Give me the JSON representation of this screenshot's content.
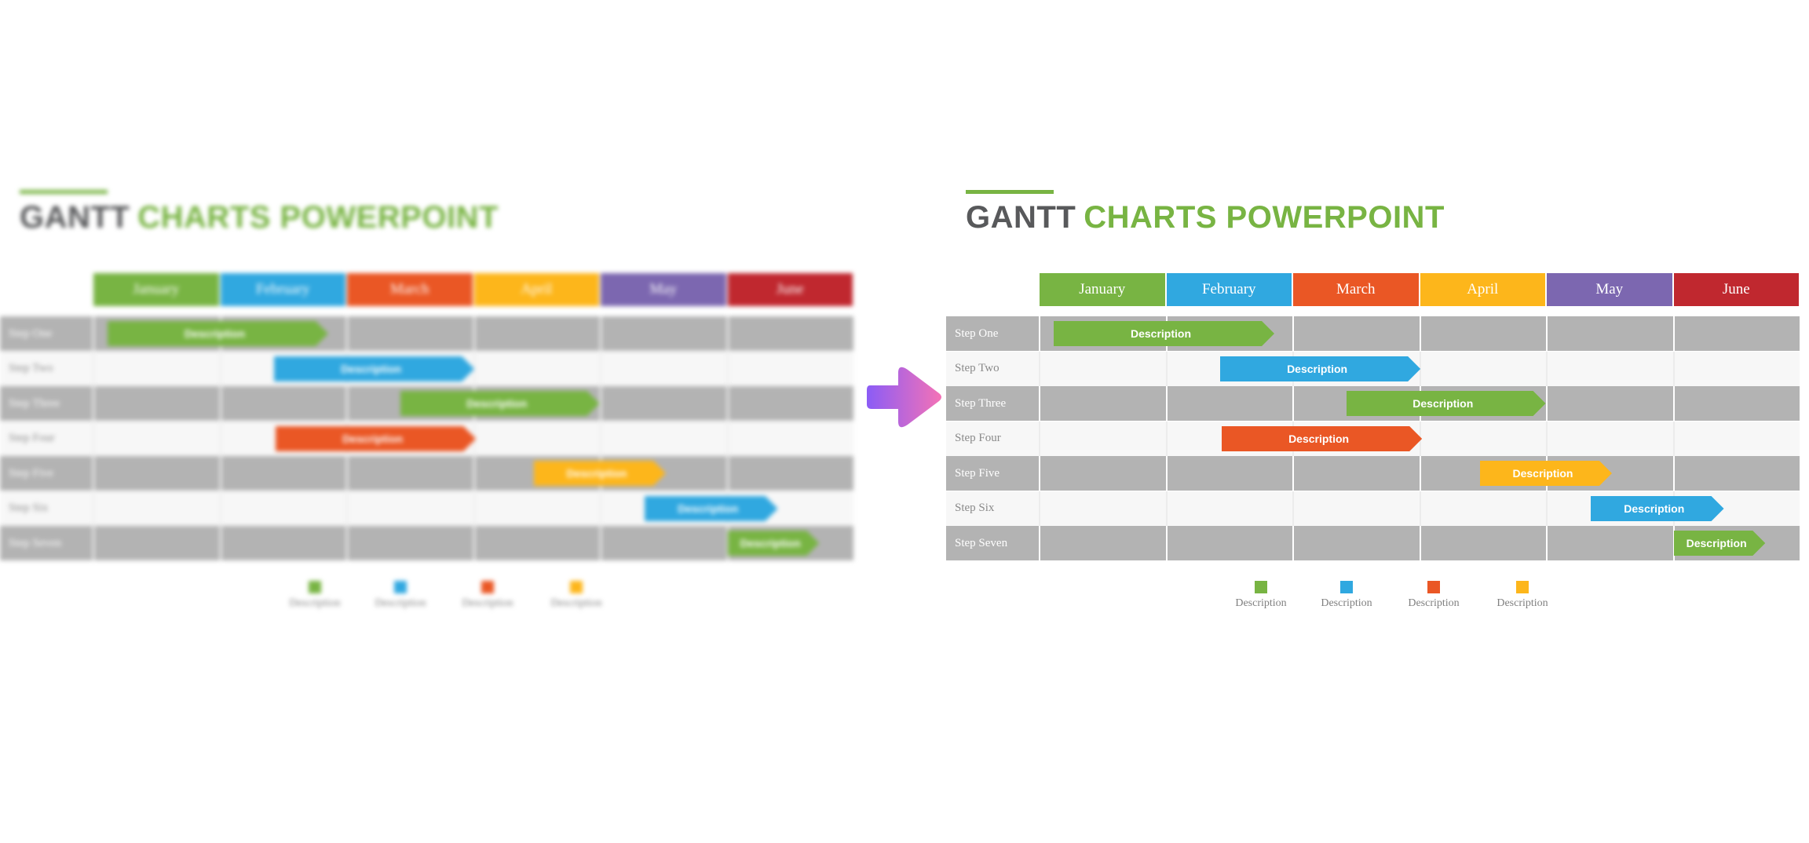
{
  "title": {
    "part1": "GANTT",
    "part2": "CHARTS POWERPOINT"
  },
  "colors": {
    "title_dark": "#58595b",
    "title_green": "#78b443",
    "row_dark": "#b3b3b3",
    "row_light": "#f7f7f7",
    "label_on_dark": "#ffffff",
    "label_on_light": "#8a8a8a"
  },
  "chart_data": {
    "type": "gantt",
    "title": "GANTT CHARTS POWERPOINT",
    "months": [
      {
        "name": "January",
        "color": "#78b443"
      },
      {
        "name": "February",
        "color": "#30a8e0"
      },
      {
        "name": "March",
        "color": "#ea5725"
      },
      {
        "name": "April",
        "color": "#fdb61b"
      },
      {
        "name": "May",
        "color": "#7c67b0"
      },
      {
        "name": "June",
        "color": "#c0282f"
      }
    ],
    "x_range_months": [
      0,
      6
    ],
    "tasks": [
      {
        "step": "Step One",
        "label": "Description",
        "start": 0.12,
        "end": 1.86,
        "color": "#78b443"
      },
      {
        "step": "Step Two",
        "label": "Description",
        "start": 1.43,
        "end": 3.01,
        "color": "#30a8e0"
      },
      {
        "step": "Step Three",
        "label": "Description",
        "start": 2.43,
        "end": 4.0,
        "color": "#78b443"
      },
      {
        "step": "Step Four",
        "label": "Description",
        "start": 1.44,
        "end": 3.02,
        "color": "#ea5725"
      },
      {
        "step": "Step Five",
        "label": "Description",
        "start": 3.48,
        "end": 4.52,
        "color": "#fdb61b"
      },
      {
        "step": "Step Six",
        "label": "Description",
        "start": 4.35,
        "end": 5.4,
        "color": "#30a8e0"
      },
      {
        "step": "Step Seven",
        "label": "Description",
        "start": 5.01,
        "end": 5.73,
        "color": "#78b443"
      }
    ],
    "legend": [
      {
        "label": "Description",
        "color": "#78b443"
      },
      {
        "label": "Description",
        "color": "#30a8e0"
      },
      {
        "label": "Description",
        "color": "#ea5725"
      },
      {
        "label": "Description",
        "color": "#fdb61b"
      }
    ]
  },
  "arrow_icon": {
    "name": "arrow-right-icon",
    "gradient_from": "#8b5cf6",
    "gradient_to": "#f472b6"
  }
}
